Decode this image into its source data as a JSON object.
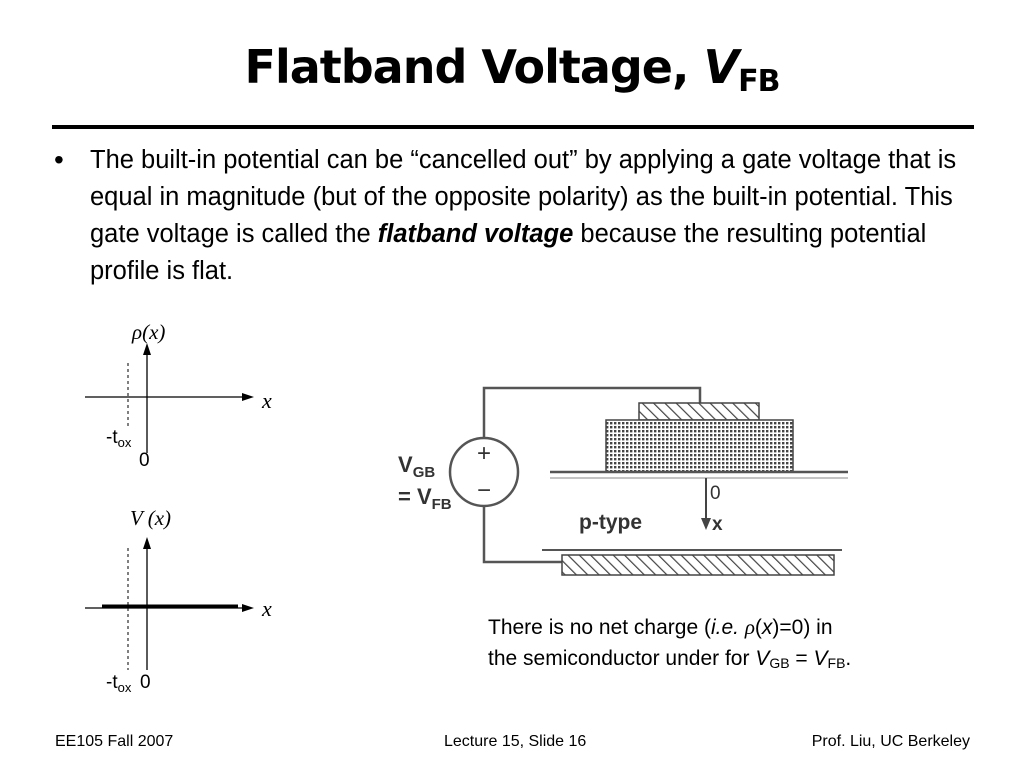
{
  "slide": {
    "title": {
      "main": "Flatband Voltage, ",
      "var": "V",
      "sub": "FB"
    },
    "bullet": {
      "intro": "The built-in potential can be “cancelled out” by applying a gate voltage that is equal in magnitude (but of the opposite polarity) as the built-in potential.  This gate voltage is called the ",
      "term": "flatband voltage",
      "rest": " because the resulting potential profile is flat."
    },
    "rho_plot": {
      "ylabel_sym": "ρ",
      "ylabel_arg": "(x)",
      "xlabel": "x",
      "tox_label": "-t",
      "tox_sub": "ox",
      "origin": "0"
    },
    "v_plot": {
      "ylabel": "V (x)",
      "xlabel": "x",
      "tox_label": "-t",
      "tox_sub": "ox",
      "origin": "0"
    },
    "device": {
      "vgb": "V",
      "vgb_sub": "GB",
      "eq": "= V",
      "eq_sub": "FB",
      "plus": "+",
      "minus": "−",
      "origin": "0",
      "x_label": "x",
      "substrate": "p-type"
    },
    "caption": {
      "l1a": "There is no net charge (",
      "ie": "i.e.",
      "rho": "ρ",
      "l1b": "(",
      "xv": "x",
      "l1c": ")=0) in",
      "l2a": "the semiconductor under for ",
      "v1": "V",
      "v1s": "GB",
      "eq": " = ",
      "v2": "V",
      "v2s": "FB",
      "end": "."
    },
    "footer": {
      "left": "EE105 Fall 2007",
      "center": "Lecture 15, Slide 16",
      "right": "Prof. Liu, UC Berkeley"
    }
  }
}
